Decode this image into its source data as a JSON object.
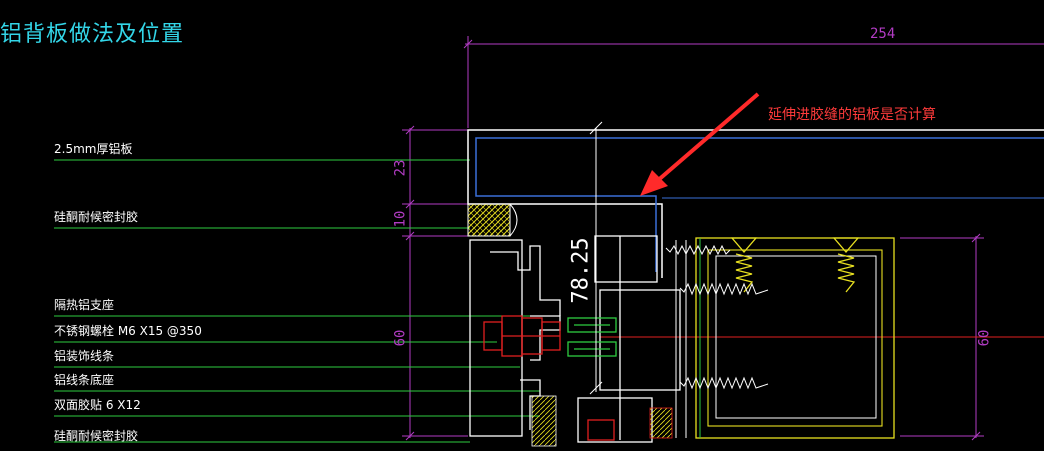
{
  "title": "铝背板做法及位置",
  "annotation": "延伸进胶缝的铝板是否计算",
  "labels": [
    "2.5mm厚铝板",
    "硅酮耐候密封胶",
    "隔热铝支座",
    "不锈钢螺栓 M6 X15 @350",
    "铝装饰线条",
    "铝线条底座",
    "双面胶贴 6 X12",
    "硅酮耐候密封胶"
  ],
  "dimensions": {
    "top": "254",
    "d23": "23",
    "d10": "10",
    "d60_left": "60",
    "d60_right": "60",
    "d78": "78.25"
  },
  "colors": {
    "background": "#000000",
    "title": "#33d6e8",
    "leader_green": "#2ecc40",
    "dimension_magenta": "#b23cc4",
    "panel_blue": "#3a6fd8",
    "frame_white": "#ffffff",
    "screw_yellow": "#e8e020",
    "bolt_red": "#e02020",
    "arrow_red": "#ff2a2a"
  }
}
